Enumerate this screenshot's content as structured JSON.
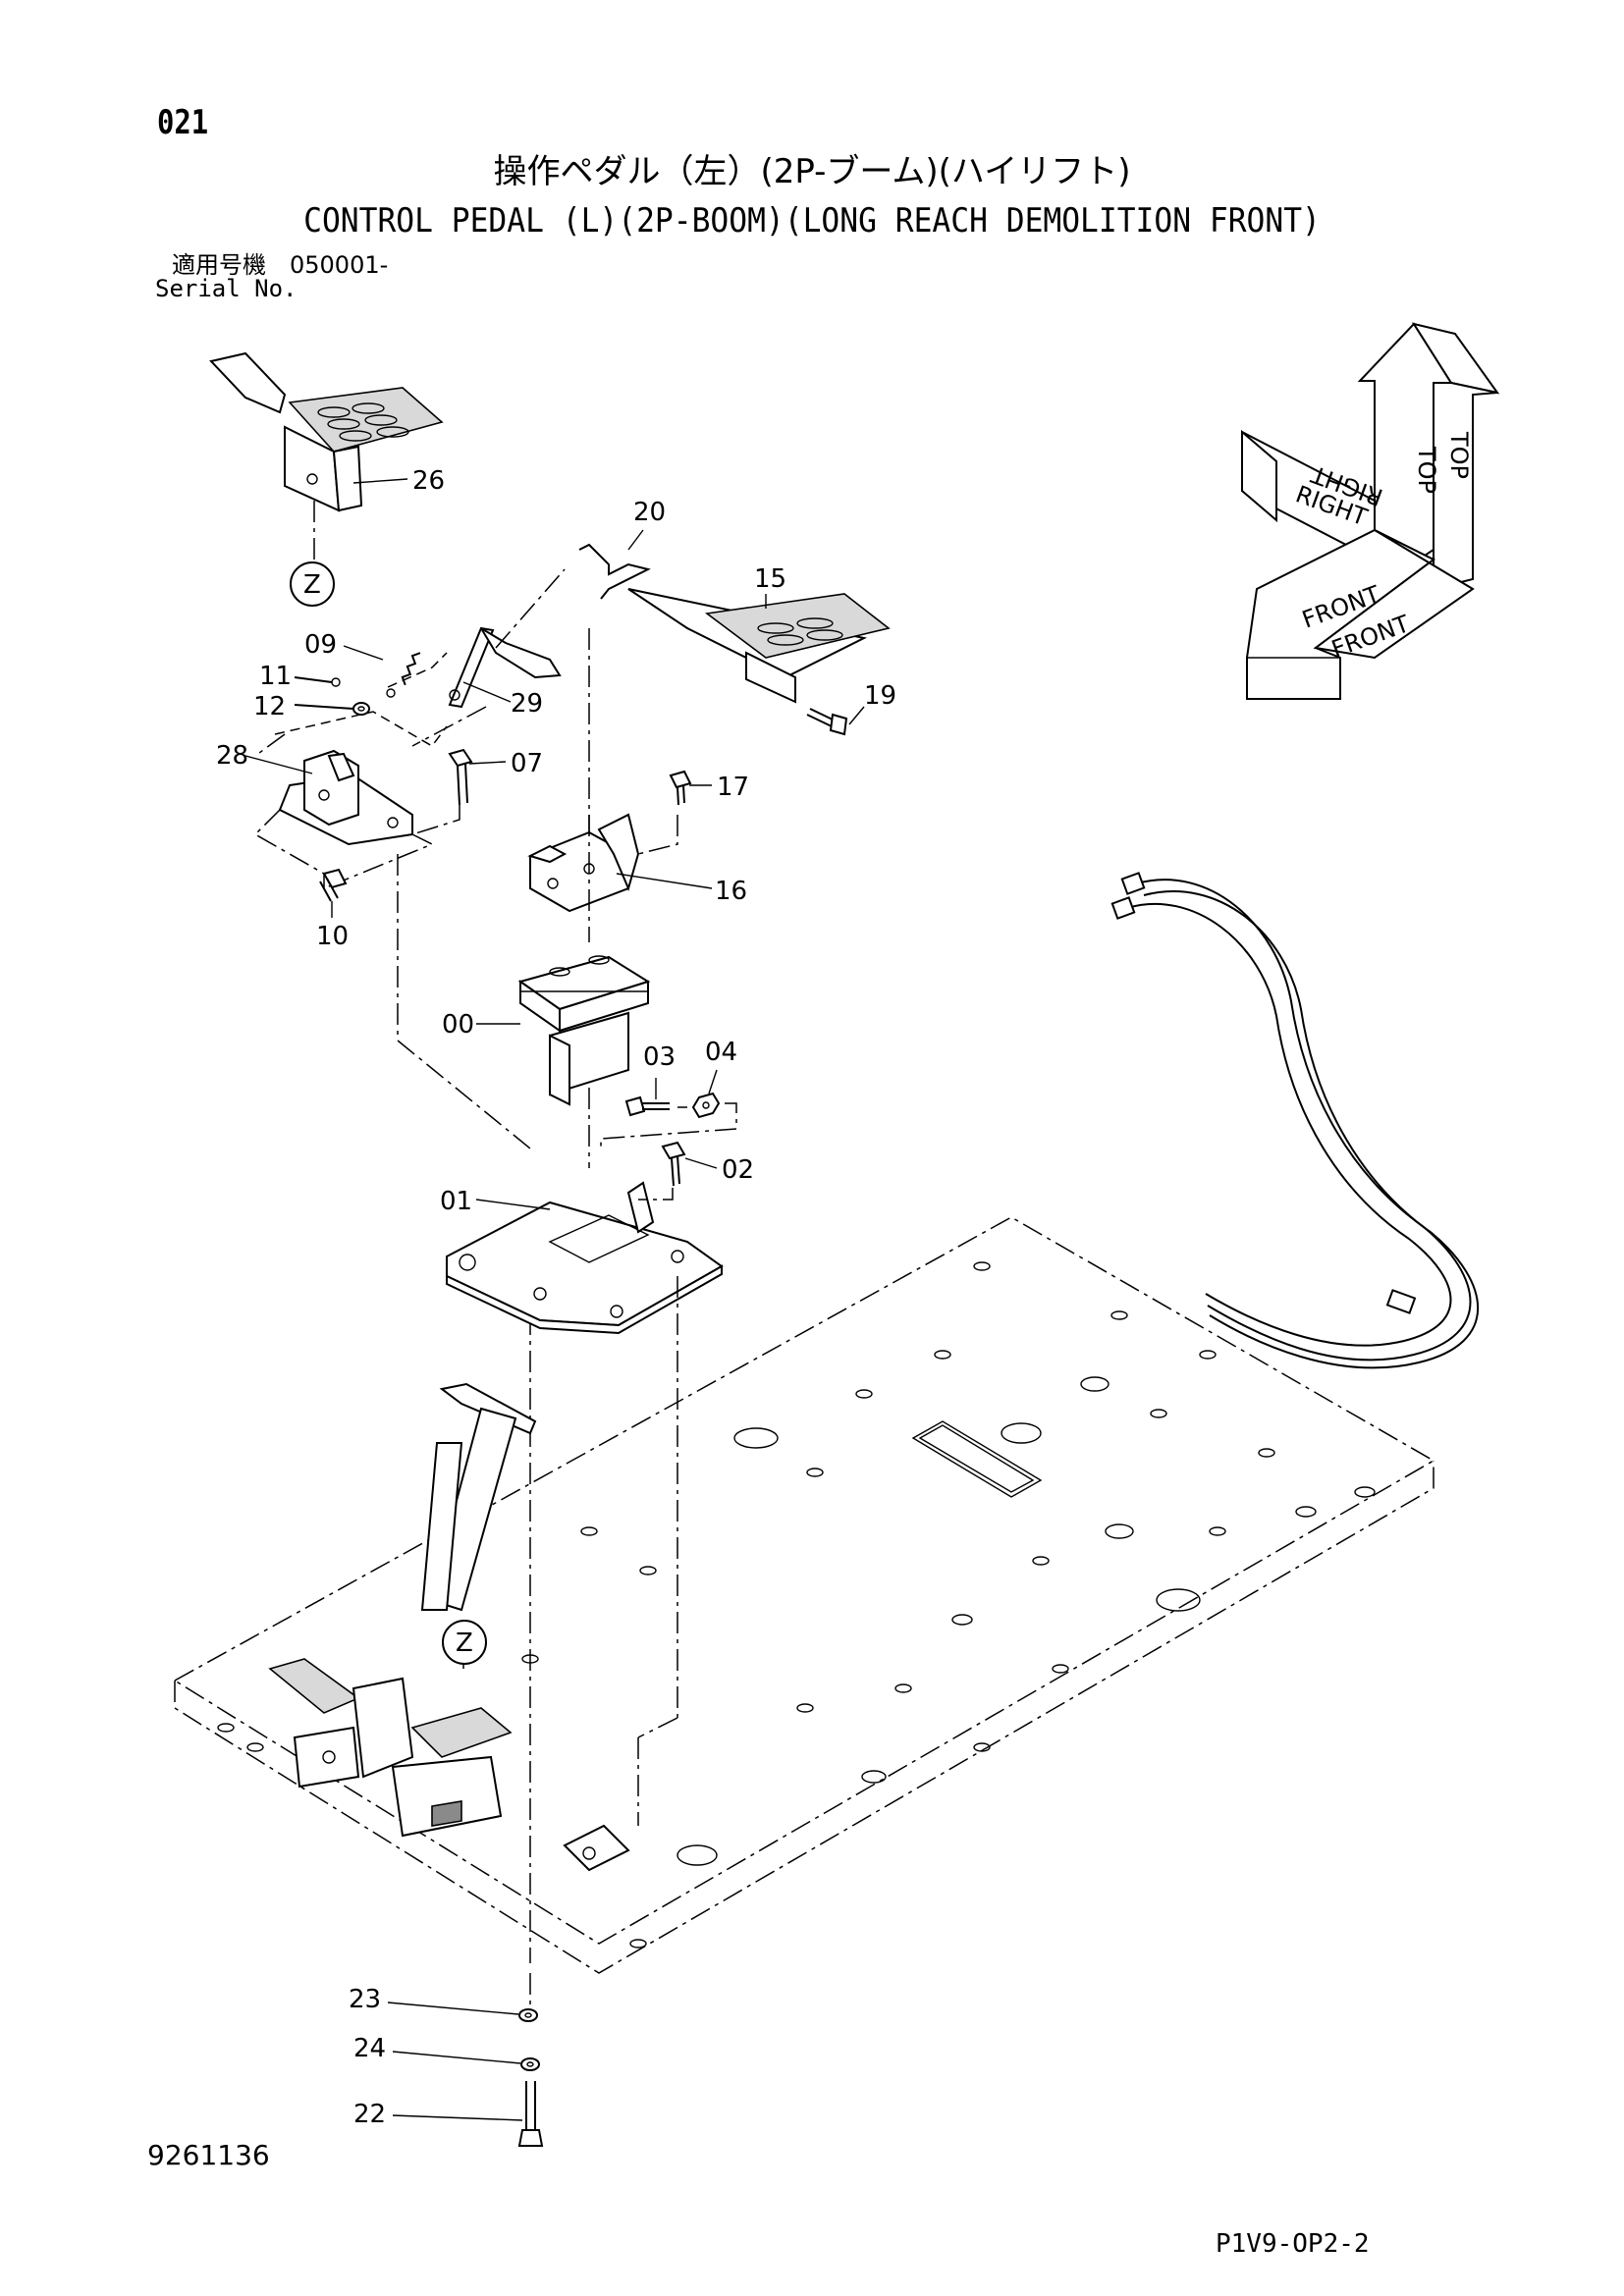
{
  "header": {
    "page_number": "021",
    "title_jp": "操作ペダル（左）(2P-ブーム)(ハイリフト)",
    "title_en": "CONTROL PEDAL (L)(2P-BOOM)(LONG REACH DEMOLITION FRONT)",
    "serial_label_jp": "適用号機　050001-",
    "serial_label_en": "Serial No."
  },
  "footer": {
    "doc_code": "9261136",
    "page_code": "P1V9-OP2-2"
  },
  "orientation": {
    "top": "TOP",
    "right": "RIGHT",
    "front": "FRONT"
  },
  "detail_marker": "Z",
  "callouts": {
    "c26": "26",
    "c20": "20",
    "c15": "15",
    "c19": "19",
    "c09": "09",
    "c11": "11",
    "c12": "12",
    "c29": "29",
    "c28": "28",
    "c07": "07",
    "c17": "17",
    "c16": "16",
    "c10": "10",
    "c00": "00",
    "c03": "03",
    "c04": "04",
    "c02": "02",
    "c01": "01",
    "c23": "23",
    "c24": "24",
    "c22": "22"
  }
}
